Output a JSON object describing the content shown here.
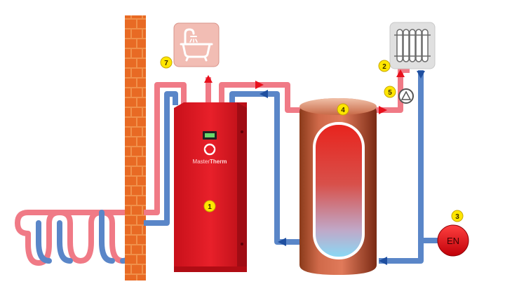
{
  "brand": {
    "name_part1": "Master",
    "name_part2": "Therm"
  },
  "markers": [
    {
      "id": "1",
      "label": "1"
    },
    {
      "id": "2",
      "label": "2"
    },
    {
      "id": "3",
      "label": "3"
    },
    {
      "id": "4",
      "label": "4"
    },
    {
      "id": "5",
      "label": "5"
    },
    {
      "id": "7",
      "label": "7"
    }
  ],
  "expansion_vessel": {
    "label": "EN"
  },
  "colors": {
    "hot_pipe": "#f07a86",
    "cold_pipe": "#5a86c8",
    "arrow_hot": "#e8101c",
    "arrow_cold": "#1f4fa0",
    "unit_red": "#e3141e",
    "brick": "#e8702a",
    "marker_fill": "#ffe600"
  },
  "icons": [
    "bathtub-icon",
    "radiator-icon",
    "pump-icon",
    "display-icon",
    "logo-icon"
  ]
}
